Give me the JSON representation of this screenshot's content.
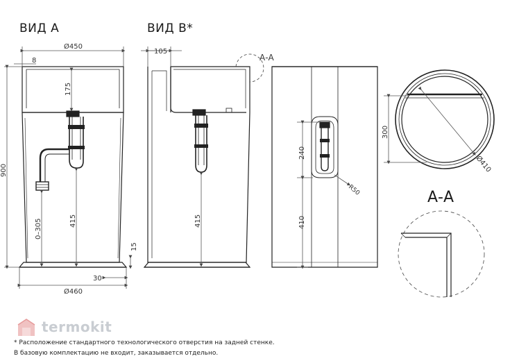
{
  "views": {
    "a_title": "ВИД А",
    "b_title": "ВИД В*",
    "section_title": "А-А",
    "section_marker": "А-А"
  },
  "dims": {
    "d450": "Ø450",
    "d8": "8",
    "d175": "175",
    "d900": "900",
    "d0_305": "0–305",
    "d415_a": "415",
    "d15": "15",
    "d30": "30",
    "d460": "Ø460",
    "d105": "105",
    "d415_b": "415",
    "d240": "240",
    "r50": "R50",
    "d410": "410",
    "d300": "300",
    "d410_circle": "Ø410"
  },
  "brand": {
    "name": "termokit"
  },
  "footnote": "* Расположение стандартного технологического отверстия на задней стенке. В базовую комплектацию не входит, заказывается отдельно."
}
